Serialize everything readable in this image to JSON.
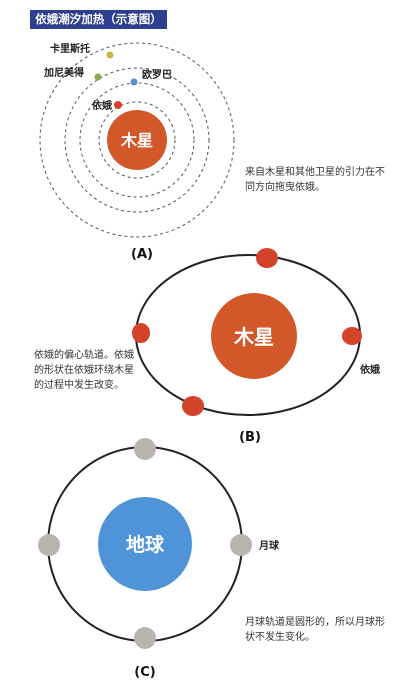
{
  "title": "依娥潮汐加热（示意图）",
  "panel_a": {
    "planet_label": "木星",
    "moons": [
      {
        "name": "卡里斯托",
        "color": "#c8b840"
      },
      {
        "name": "加尼美得",
        "color": "#8aa850"
      },
      {
        "name": "欧罗巴",
        "color": "#5a8fcf"
      },
      {
        "name": "依娥",
        "color": "#d2432a"
      }
    ],
    "note": "来自木星和其他卫星的引力在不同方向拖曳依娥。",
    "label": "(A)"
  },
  "panel_b": {
    "planet_label": "木星",
    "moon_label": "依娥",
    "note": "依娥的偏心轨道。依娥的形状在依娥环绕木星的过程中发生改变。",
    "label": "(B)"
  },
  "panel_c": {
    "planet_label": "地球",
    "moon_label": "月球",
    "note": "月球轨道是圆形的，所以月球形状不发生变化。",
    "label": "(C)"
  },
  "colors": {
    "title_bg": "#2e3f8f",
    "jupiter": "#d2582a",
    "io": "#d2432a",
    "earth": "#4f94d8",
    "moon": "#b9b4ae"
  }
}
